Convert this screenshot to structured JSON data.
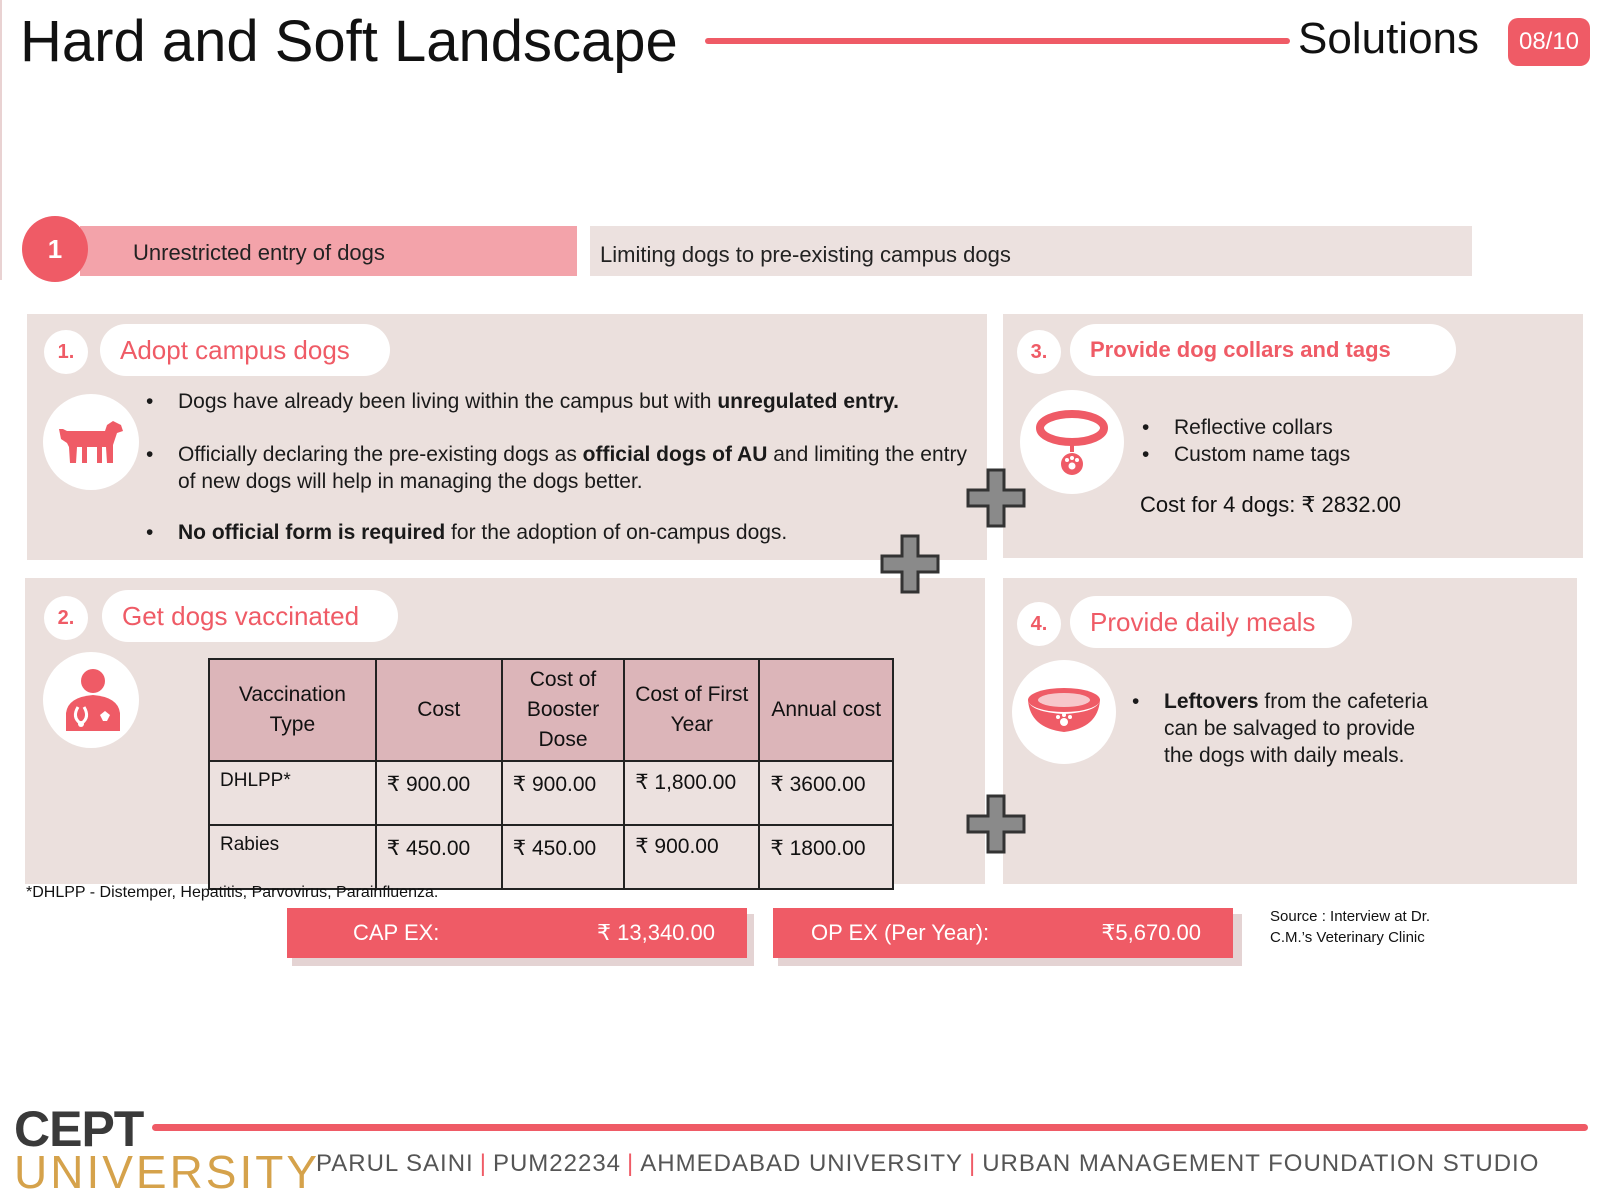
{
  "header": {
    "title": "Hard and Soft Landscape",
    "section": "Solutions",
    "page": "08/10"
  },
  "tabs": {
    "active_number": "1",
    "active_label": "Unrestricted entry of dogs",
    "inactive_label": "Limiting dogs to pre-existing campus dogs"
  },
  "card1": {
    "number": "1.",
    "title": "Adopt campus dogs",
    "icon": "dog-icon",
    "b1_pre": "Dogs have already been living within the campus but with ",
    "b1_bold": "unregulated entry.",
    "b2_pre": "Officially declaring the pre-existing dogs as ",
    "b2_bold": "official dogs of AU",
    "b2_post": " and limiting the entry of new dogs will help in managing the dogs better.",
    "b3_bold": "No official form is required",
    "b3_post": " for the adoption of on-campus dogs."
  },
  "card2": {
    "number": "2.",
    "title": "Get dogs vaccinated",
    "icon": "veterinarian-icon",
    "table": {
      "headers": [
        "Vaccination Type",
        "Cost",
        "Cost of Booster Dose",
        "Cost of First Year",
        "Annual cost"
      ],
      "rows": [
        [
          "DHLPP*",
          "₹ 900.00",
          "₹ 900.00",
          "₹ 1,800.00",
          "₹ 3600.00"
        ],
        [
          "Rabies",
          "₹ 450.00",
          "₹ 450.00",
          "₹ 900.00",
          "₹ 1800.00"
        ]
      ]
    },
    "footnote": "*DHLPP - Distemper, Hepatitis, Parvovirus, Parainfluenza."
  },
  "card3": {
    "number": "3.",
    "title": "Provide dog collars and tags",
    "icon": "dog-collar-icon",
    "bullets": [
      "Reflective collars",
      "Custom name tags"
    ],
    "cost_line": "Cost for 4 dogs: ₹ 2832.00"
  },
  "card4": {
    "number": "4.",
    "title": "Provide daily meals",
    "icon": "dog-bowl-icon",
    "b1_bold": "Leftovers",
    "b1_post": " from the cafeteria can be salvaged to provide the dogs with daily meals."
  },
  "costs": {
    "capex_label": "CAP EX:",
    "capex_value": "₹ 13,340.00",
    "opex_label": "OP EX (Per Year):",
    "opex_value": "₹5,670.00"
  },
  "source": {
    "line1": "Source : Interview at Dr.",
    "line2": "C.M.’s Veterinary Clinic"
  },
  "footer": {
    "logo_top": "CEPT",
    "logo_bottom": "UNIVERSITY",
    "name": "PARUL SAINI",
    "id": "PUM22234",
    "org": "AHMEDABAD UNIVERSITY",
    "studio": "URBAN MANAGEMENT FOUNDATION STUDIO",
    "separator": "|"
  },
  "colors": {
    "accent": "#ef5b66",
    "panel": "#ebe0dd",
    "tab_active": "#f3a3aa",
    "table_header": "#dcb5b9",
    "logo_gold": "#d5a24b"
  }
}
